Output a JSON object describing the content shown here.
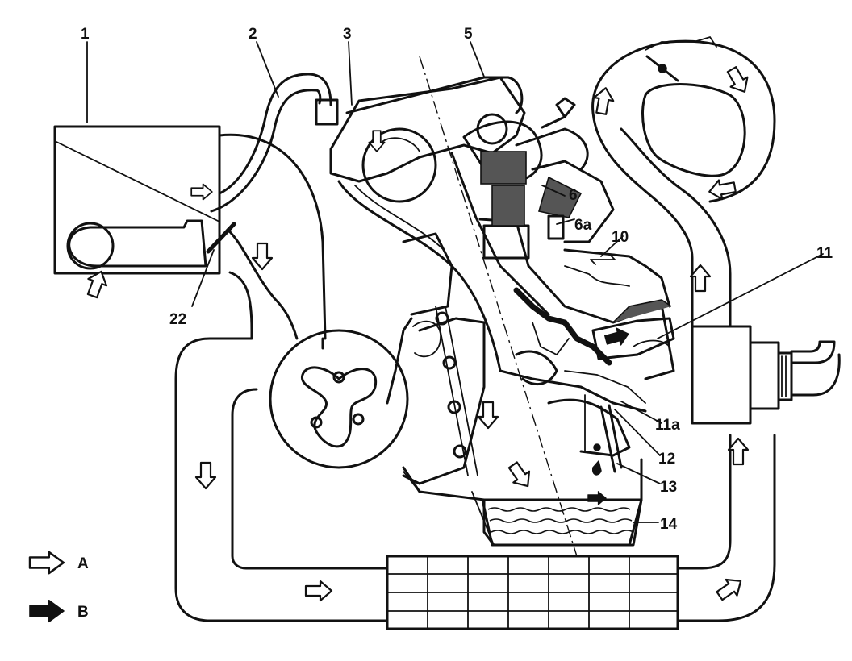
{
  "callouts": {
    "c1": "1",
    "c2": "2",
    "c3": "3",
    "c5": "5",
    "c6": "6",
    "c6a": "6a",
    "c10": "10",
    "c11": "11",
    "c11a": "11a",
    "c12": "12",
    "c13": "13",
    "c14": "14",
    "c22": "22"
  },
  "legend": {
    "a_label": "A",
    "b_label": "B"
  }
}
